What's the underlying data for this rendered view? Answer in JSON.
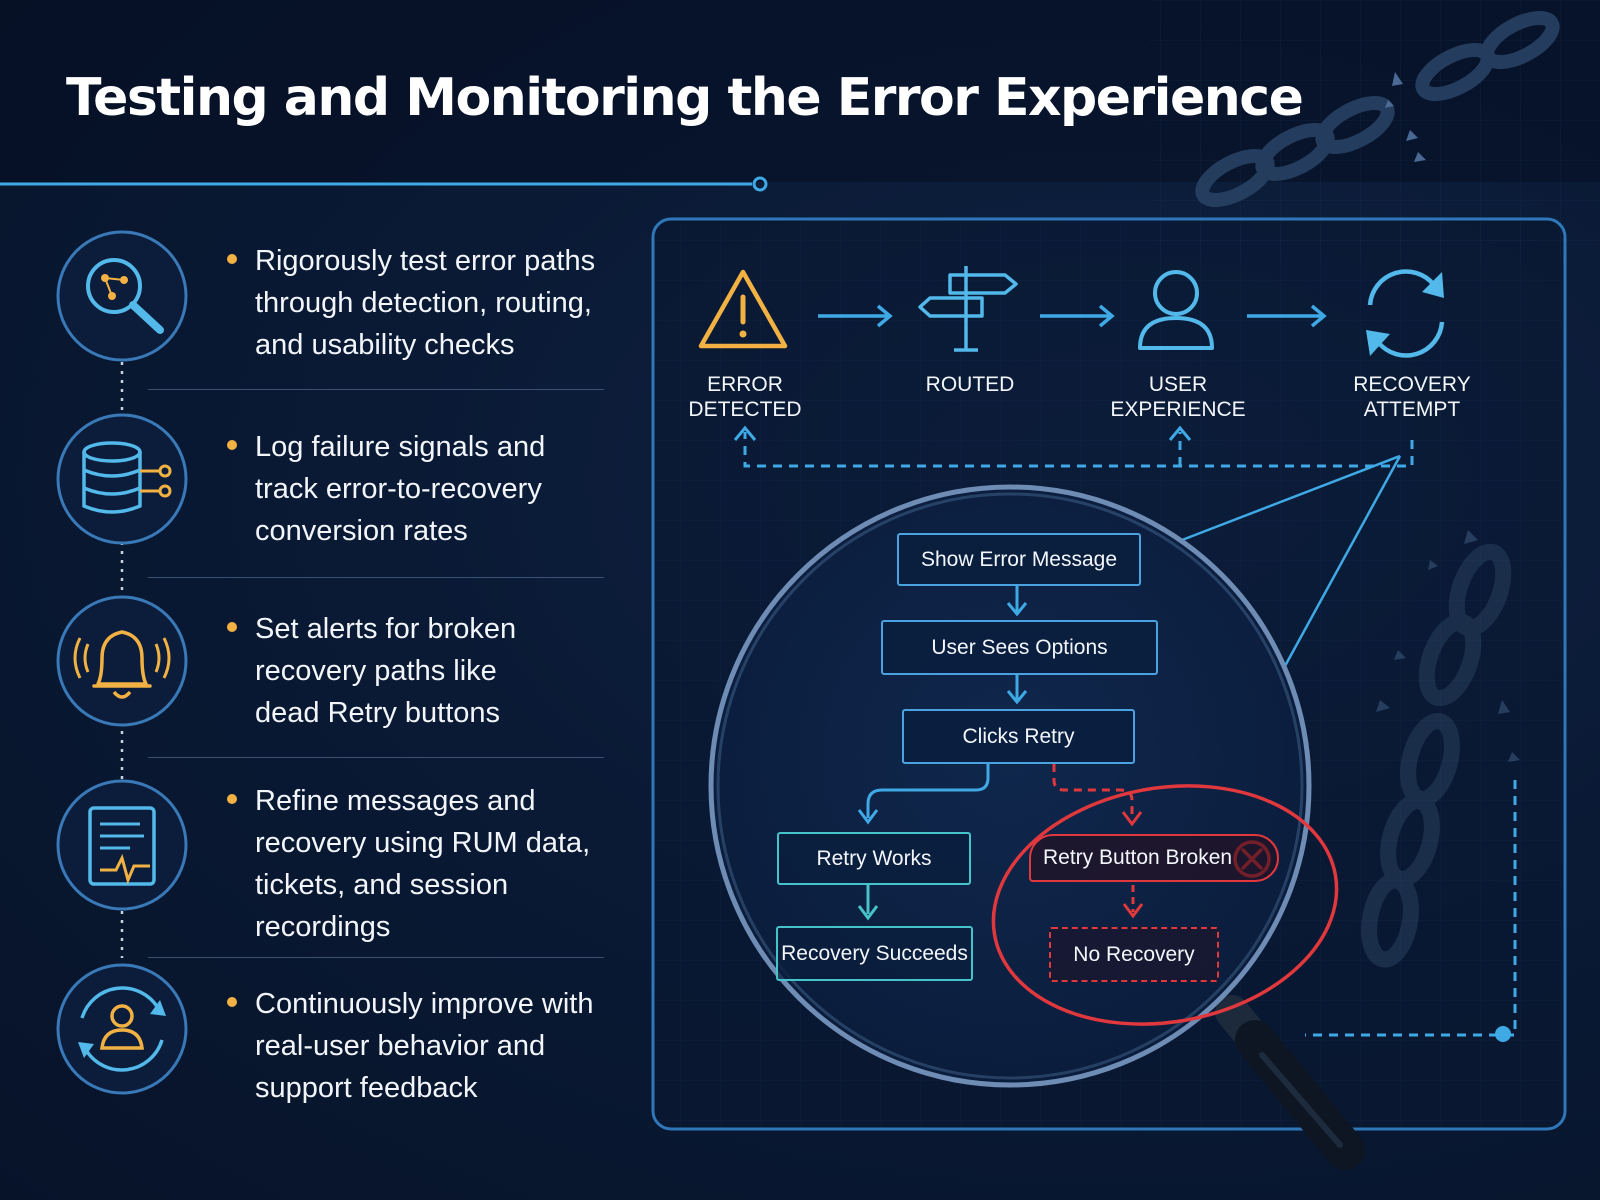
{
  "title": "Testing and Monitoring the Error Experience",
  "colors": {
    "accent_blue": "#3fa9e6",
    "accent_orange": "#f2b143",
    "teal": "#46c3c9",
    "error_red": "#e0383d",
    "panel_border": "#2f77b8"
  },
  "practices": [
    {
      "icon": "search-network-icon",
      "text": [
        "Rigorously test error paths",
        "through detection, routing,",
        "and usability checks"
      ]
    },
    {
      "icon": "database-icon",
      "text": [
        "Log failure signals and",
        "track error-to-recovery",
        "conversion rates"
      ]
    },
    {
      "icon": "alert-bell-icon",
      "text": [
        "Set alerts for broken",
        "recovery paths like",
        "dead Retry buttons"
      ]
    },
    {
      "icon": "report-waveform-icon",
      "text": [
        "Refine messages and",
        "recovery using RUM data,",
        "tickets, and session",
        "recordings"
      ]
    },
    {
      "icon": "user-cycle-icon",
      "text": [
        "Continuously improve with",
        "real-user behavior and",
        "support feedback"
      ]
    }
  ],
  "flow": {
    "steps": [
      {
        "icon": "warning-icon",
        "label": [
          "ERROR",
          "DETECTED"
        ]
      },
      {
        "icon": "signpost-icon",
        "label": [
          "ROUTED"
        ]
      },
      {
        "icon": "user-icon",
        "label": [
          "USER",
          "EXPERIENCE"
        ]
      },
      {
        "icon": "refresh-icon",
        "label": [
          "RECOVERY",
          "ATTEMPT"
        ]
      }
    ]
  },
  "detail": {
    "show_error": "Show Error Message",
    "sees_options": "User Sees Options",
    "clicks_retry": "Clicks Retry",
    "retry_works": "Retry Works",
    "recovery_succeeds": "Recovery Succeeds",
    "retry_broken": "Retry Button Broken",
    "no_recovery": "No Recovery"
  }
}
